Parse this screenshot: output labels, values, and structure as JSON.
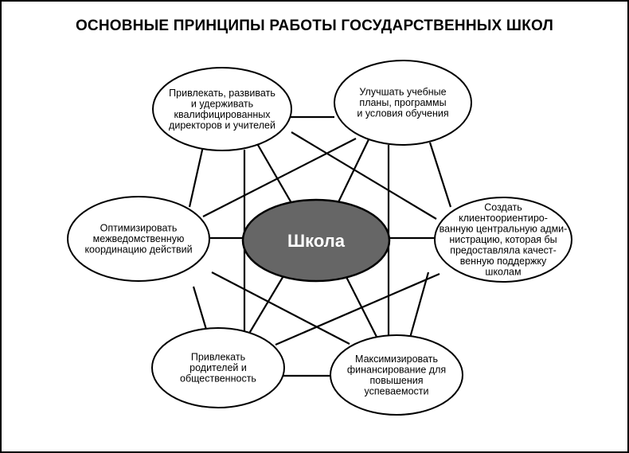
{
  "title": "ОСНОВНЫЕ ПРИНЦИПЫ РАБОТЫ ГОСУДАРСТВЕННЫХ ШКОЛ",
  "colors": {
    "center_fill": "#666666",
    "line": "#000000",
    "node_fill": "#ffffff"
  },
  "center": {
    "label": "Школа"
  },
  "nodes": [
    {
      "id": "top-left",
      "lines": [
        "Привлекать, развивать",
        "и удерживать",
        "квалифицированных",
        "директоров и учителей"
      ]
    },
    {
      "id": "top-right",
      "lines": [
        "Улучшать учебные",
        "планы, программы",
        "и условия обучения"
      ]
    },
    {
      "id": "right",
      "lines": [
        "Создать",
        "клиентоориентиро-",
        "ванную центральную адми-",
        "нистрацию, которая бы",
        "предоставляла качест-",
        "венную поддержку",
        "школам"
      ]
    },
    {
      "id": "bottom-right",
      "lines": [
        "Максимизировать",
        "финансирование для",
        "повышения",
        "успеваемости"
      ]
    },
    {
      "id": "bottom-left",
      "lines": [
        "Привлекать",
        "родителей и",
        "общественность"
      ]
    },
    {
      "id": "left",
      "lines": [
        "Оптимизировать",
        "межведомственную",
        "координацию действий"
      ]
    }
  ]
}
